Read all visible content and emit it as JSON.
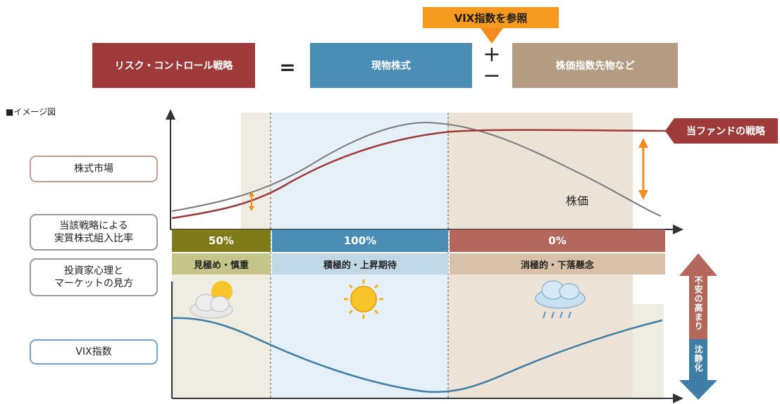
{
  "header": {
    "vix_reference": "VIX指数を参照",
    "strategy": "リスク・コントロール戦略",
    "equals": "=",
    "spot_stock": "現物株式",
    "plus_minus_top": "+",
    "plus_minus_bottom": "−",
    "futures": "株価指数先物など"
  },
  "legend_label": "■イメージ図",
  "row_labels": {
    "stock_market": "株式市場",
    "ratio_line1": "当該戦略による",
    "ratio_line2": "実質株式組入比率",
    "sentiment_line1": "投資家心理と",
    "sentiment_line2": "マーケットの見方",
    "vix": "VIX指数"
  },
  "phases": [
    {
      "ratio": "50%",
      "view": "見極め・慎重",
      "weather": "partly-cloudy-icon",
      "color": "#7f7a1a"
    },
    {
      "ratio": "100%",
      "view": "積極的・上昇期待",
      "weather": "sun-icon",
      "color": "#4a8db5"
    },
    {
      "ratio": "0%",
      "view": "消極的・下落懸念",
      "weather": "rain-cloud-icon",
      "color": "#b4685c"
    }
  ],
  "labels": {
    "fund_strategy": "当ファンドの戦略",
    "stock_price": "株価",
    "anxiety_high": "不安の高まり",
    "calm": "沈静化"
  },
  "colors": {
    "strategy_red": "#9e3a3a",
    "stock_blue": "#4a8db5",
    "futures_tan": "#b39c82",
    "orange": "#f28c1e",
    "stock_gray": "#7a7a7a",
    "vix_blue": "#3d7da6"
  }
}
